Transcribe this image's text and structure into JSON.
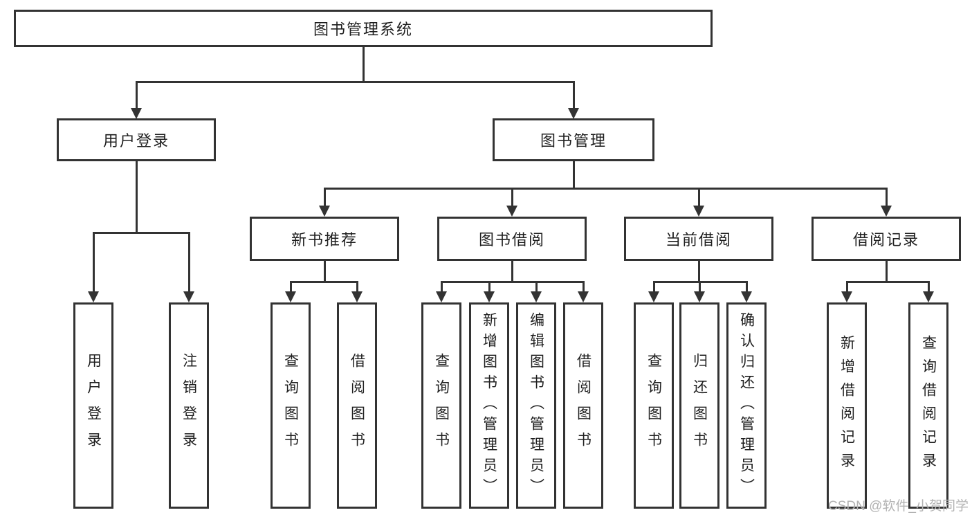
{
  "diagram": {
    "watermark": "CSDN @软件_小贺同学",
    "colors": {
      "line": "#333333",
      "text": "#1f1f1f",
      "background": "#ffffff",
      "watermark": "#b3b3b3"
    },
    "tree": {
      "root": {
        "label": "图书管理系统"
      },
      "branches": [
        {
          "label": "用户登录",
          "children": [
            {
              "label": "用户登录"
            },
            {
              "label": "注销登录"
            }
          ]
        },
        {
          "label": "图书管理",
          "children": [
            {
              "label": "新书推荐",
              "children": [
                {
                  "label": "查询图书"
                },
                {
                  "label": "借阅图书"
                }
              ]
            },
            {
              "label": "图书借阅",
              "children": [
                {
                  "label": "查询图书"
                },
                {
                  "label": "新增图书（管理员）"
                },
                {
                  "label": "编辑图书（管理员）"
                },
                {
                  "label": "借阅图书"
                }
              ]
            },
            {
              "label": "当前借阅",
              "children": [
                {
                  "label": "查询图书"
                },
                {
                  "label": "归还图书"
                },
                {
                  "label": "确认归还（管理员）"
                }
              ]
            },
            {
              "label": "借阅记录",
              "children": [
                {
                  "label": "新增借阅记录"
                },
                {
                  "label": "查询借阅记录"
                }
              ]
            }
          ]
        }
      ]
    }
  }
}
